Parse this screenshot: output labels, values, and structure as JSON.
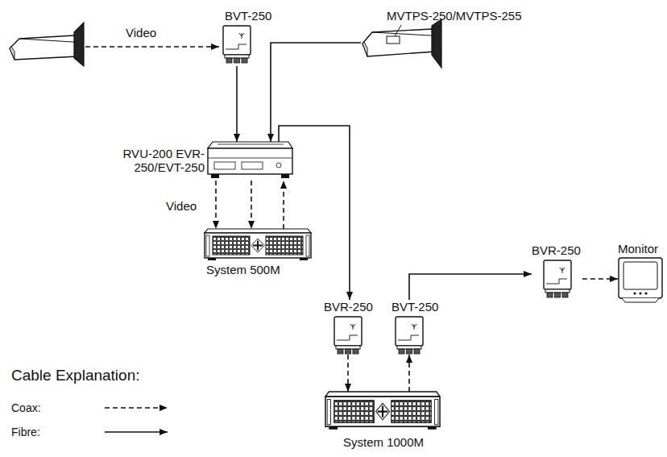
{
  "diagram": {
    "nodes": [
      {
        "text": [
          "BVT-250"
        ]
      },
      {
        "text": [
          "MVTPS-250/MVTPS-255"
        ]
      },
      {
        "text": [
          "RVU-200 EVR-250/EVT-250"
        ]
      },
      {
        "text": [
          "System 500M"
        ]
      },
      {
        "text": [
          "BVR-250"
        ]
      },
      {
        "text": [
          "Monitor"
        ]
      },
      {
        "text": [
          "BVR-250"
        ]
      },
      {
        "text": [
          "BVT-250"
        ]
      },
      {
        "text": [
          "System 1000M"
        ]
      }
    ],
    "edges": [
      {
        "from": 0,
        "to": 2,
        "arrow": "to"
      },
      {
        "from": 1,
        "to": 2,
        "arrow": "to"
      },
      {
        "from": 2,
        "to": 3,
        "arrow": "to"
      },
      {
        "from": 2,
        "to": 3,
        "arrow": "to"
      },
      {
        "from": 3,
        "to": 2,
        "arrow": "to"
      },
      {
        "from": 2,
        "to": 6,
        "arrow": "to"
      },
      {
        "from": 6,
        "to": 8,
        "arrow": "to"
      },
      {
        "from": 8,
        "to": 7,
        "arrow": "to"
      },
      {
        "from": 7,
        "to": 4,
        "arrow": "to"
      },
      {
        "from": 4,
        "to": 5,
        "arrow": "to"
      }
    ],
    "labels": [
      "Video",
      "Video",
      "Cable Explanation:"
    ],
    "legend": [
      {
        "text": "Coax:"
      },
      {
        "text": "Fibre:"
      }
    ]
  }
}
